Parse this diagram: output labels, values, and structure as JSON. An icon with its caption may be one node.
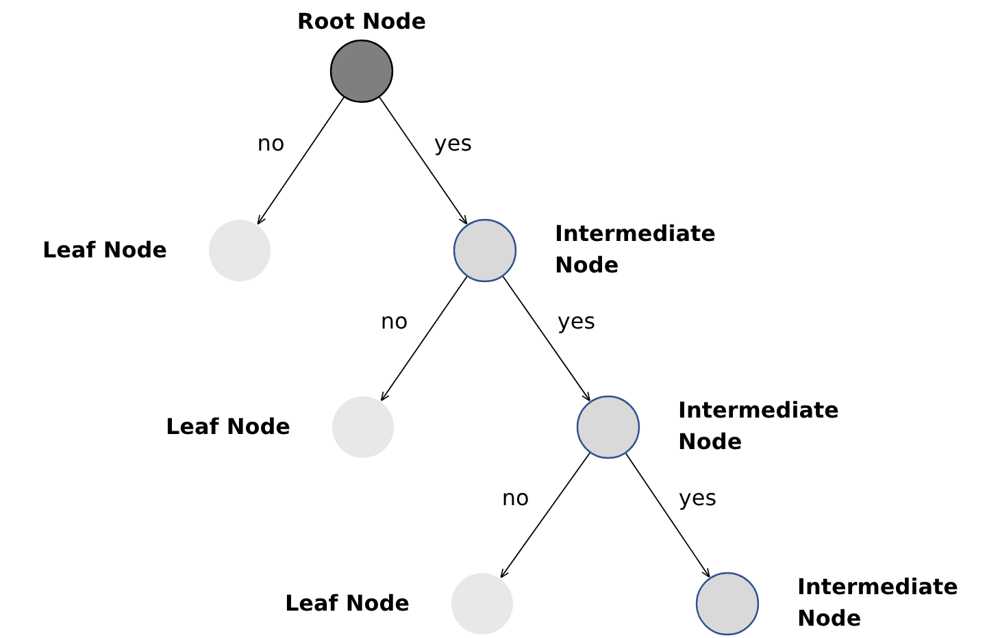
{
  "diagram": {
    "nodes": [
      {
        "text": [],
        "shape": "circle",
        "beside": [
          "Root Node"
        ]
      },
      {
        "text": [],
        "shape": "circle",
        "beside": [
          "Leaf Node"
        ]
      },
      {
        "text": [],
        "shape": "circle",
        "beside": [
          "Intermediate Node"
        ]
      },
      {
        "text": [],
        "shape": "circle",
        "beside": [
          "Leaf Node"
        ]
      },
      {
        "text": [],
        "shape": "circle",
        "beside": [
          "Intermediate Node"
        ]
      },
      {
        "text": [],
        "shape": "circle",
        "beside": [
          "Leaf Node"
        ]
      },
      {
        "text": [],
        "shape": "circle",
        "beside": [
          "Intermediate Node"
        ]
      }
    ],
    "edges": [
      {
        "from": 0,
        "to": 1,
        "arrow": "to",
        "label": "no"
      },
      {
        "from": 0,
        "to": 2,
        "arrow": "to",
        "label": "yes"
      },
      {
        "from": 2,
        "to": 3,
        "arrow": "to",
        "label": "no"
      },
      {
        "from": 2,
        "to": 4,
        "arrow": "to",
        "label": "yes"
      },
      {
        "from": 4,
        "to": 5,
        "arrow": "to",
        "label": "no"
      },
      {
        "from": 4,
        "to": 6,
        "arrow": "to",
        "label": "yes"
      }
    ]
  }
}
